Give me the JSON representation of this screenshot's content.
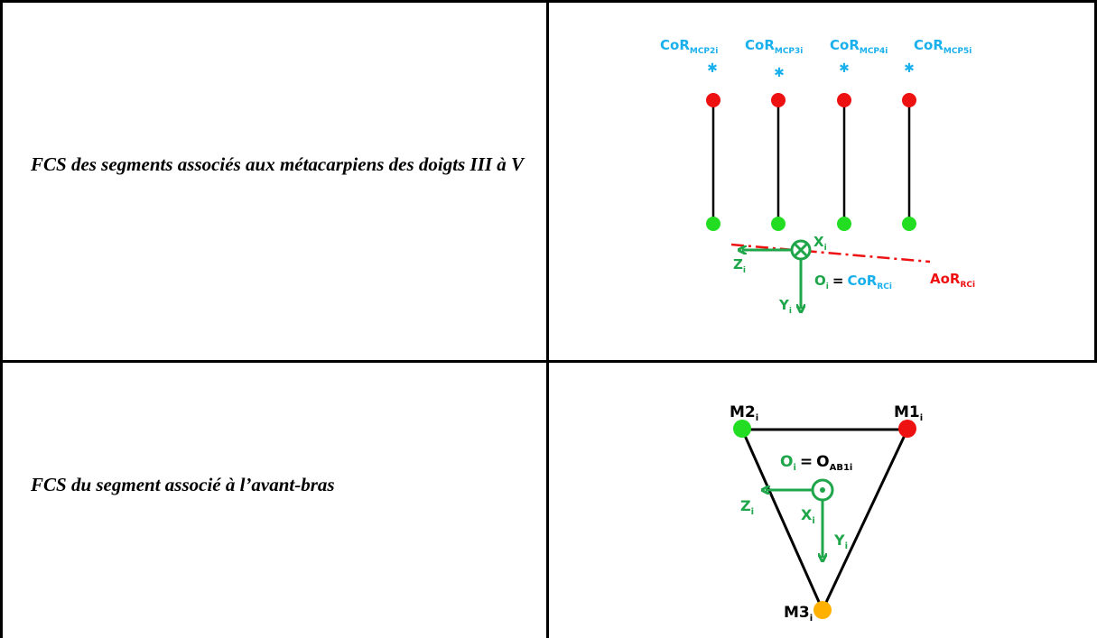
{
  "rows": [
    {
      "description": "FCS des segments associés aux métacarpiens des doigts III à V",
      "figure": {
        "cor_labels": [
          {
            "base": "CoR",
            "sub": "MCP2i"
          },
          {
            "base": "CoR",
            "sub": "MCP3i"
          },
          {
            "base": "CoR",
            "sub": "MCP4i"
          },
          {
            "base": "CoR",
            "sub": "MCP5i"
          }
        ],
        "axis_x": {
          "base": "X",
          "sub": "i"
        },
        "axis_y": {
          "base": "Y",
          "sub": "i"
        },
        "axis_z": {
          "base": "Z",
          "sub": "i"
        },
        "origin": {
          "base": "O",
          "sub": "i",
          "eq": "=",
          "base2": "CoR",
          "sub2": "RCi"
        },
        "aor": {
          "base": "AoR",
          "sub": "RCi"
        }
      }
    },
    {
      "description": "FCS du segment associé à l’avant-bras",
      "figure": {
        "m1": {
          "base": "M1",
          "sub": "i"
        },
        "m2": {
          "base": "M2",
          "sub": "i"
        },
        "m3": {
          "base": "M3",
          "sub": "i"
        },
        "origin": {
          "base": "O",
          "sub": "i",
          "eq": "=",
          "base2": "O",
          "sub2": "AB1i"
        },
        "axis_x": {
          "base": "X",
          "sub": "i"
        },
        "axis_y": {
          "base": "Y",
          "sub": "i"
        },
        "axis_z": {
          "base": "Z",
          "sub": "i"
        }
      }
    }
  ],
  "colors": {
    "cor_blue": "#1ab0ec",
    "axis_green": "#1fa64a",
    "marker_red": "#ee1111",
    "marker_green": "#22dd22",
    "marker_orange": "#ffb000",
    "aor_red": "#ee1111",
    "line": "#000000"
  }
}
